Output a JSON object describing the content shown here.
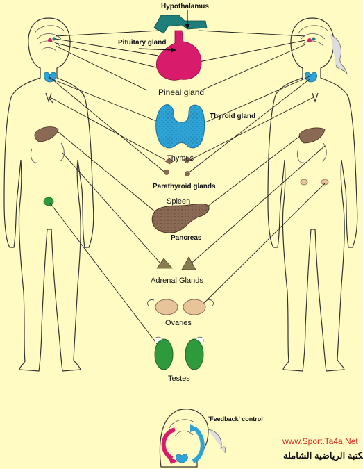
{
  "labels": {
    "hypothalamus": "Hypothalamus",
    "pituitary": "Pituitary gland",
    "pineal": "Pineal gland",
    "thyroid": "Thyroid gland",
    "thymus": "Thymus",
    "parathyroid": "Parathyroid glands",
    "spleen": "Spleen",
    "pancreas": "Pancreas",
    "adrenal": "Adrenal Glands",
    "ovaries": "Ovaries",
    "testes": "Testes",
    "feedback": "'Feedback' control"
  },
  "watermark": {
    "url": "www.Sport.Ta4a.Net",
    "arabic": "المكتبة الرياضية الشاملة"
  },
  "colors": {
    "background": "#fffbc2",
    "thyroid": "#2ea3d6",
    "pituitary": "#d81b6a",
    "hypothalamus": "#1e7e79",
    "organ_brown": "#8a6a55",
    "testes": "#2f9a3c",
    "watermark_url": "#d6281f"
  }
}
